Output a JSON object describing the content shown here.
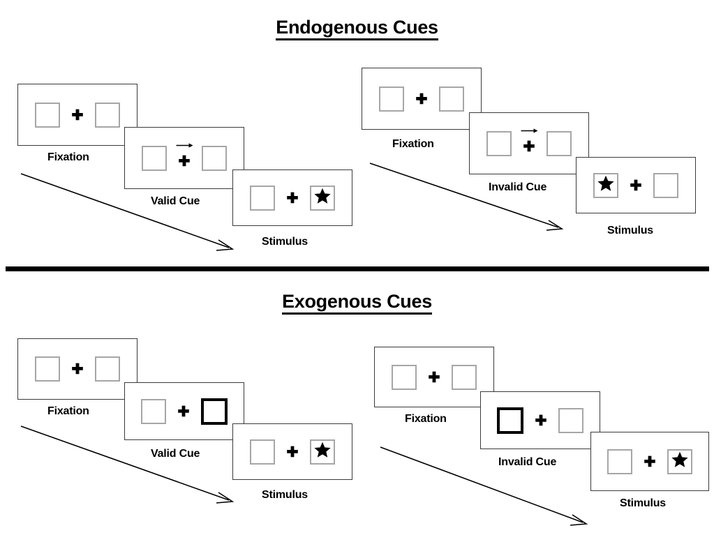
{
  "sections": [
    {
      "id": "endogenous",
      "title": "Endogenous Cues",
      "cue_type": "arrow",
      "sequences": [
        {
          "id": "valid",
          "panels": [
            {
              "caption": "Fixation",
              "left_box": "empty",
              "right_box": "empty",
              "cue": "none",
              "arrow_direction": ""
            },
            {
              "caption": "Valid Cue",
              "left_box": "empty",
              "right_box": "empty",
              "cue": "arrow",
              "arrow_direction": "right"
            },
            {
              "caption": "Stimulus",
              "left_box": "empty",
              "right_box": "star",
              "cue": "none",
              "arrow_direction": ""
            }
          ]
        },
        {
          "id": "invalid",
          "panels": [
            {
              "caption": "Fixation",
              "left_box": "empty",
              "right_box": "empty",
              "cue": "none",
              "arrow_direction": ""
            },
            {
              "caption": "Invalid Cue",
              "left_box": "empty",
              "right_box": "empty",
              "cue": "arrow",
              "arrow_direction": "right"
            },
            {
              "caption": "Stimulus",
              "left_box": "star",
              "right_box": "empty",
              "cue": "none",
              "arrow_direction": ""
            }
          ]
        }
      ]
    },
    {
      "id": "exogenous",
      "title": "Exogenous Cues",
      "cue_type": "box-highlight",
      "sequences": [
        {
          "id": "valid",
          "panels": [
            {
              "caption": "Fixation",
              "left_box": "empty",
              "right_box": "empty",
              "cue": "none",
              "arrow_direction": ""
            },
            {
              "caption": "Valid Cue",
              "left_box": "empty",
              "right_box": "cued",
              "cue": "box-right",
              "arrow_direction": ""
            },
            {
              "caption": "Stimulus",
              "left_box": "empty",
              "right_box": "star",
              "cue": "none",
              "arrow_direction": ""
            }
          ]
        },
        {
          "id": "invalid",
          "panels": [
            {
              "caption": "Fixation",
              "left_box": "empty",
              "right_box": "empty",
              "cue": "none",
              "arrow_direction": ""
            },
            {
              "caption": "Invalid Cue",
              "left_box": "cued",
              "right_box": "empty",
              "cue": "box-left",
              "arrow_direction": ""
            },
            {
              "caption": "Stimulus",
              "left_box": "empty",
              "right_box": "star",
              "cue": "none",
              "arrow_direction": ""
            }
          ]
        }
      ]
    }
  ],
  "icons": {
    "fixation_cross": "plus-cross-icon",
    "cue_arrow": "arrow-right-icon",
    "target": "star-icon",
    "flow": "diagonal-arrow-icon"
  },
  "colors": {
    "background": "#ffffff",
    "ink": "#000000",
    "panel_border": "#3a3a3a",
    "box_border": "#a6a6a6",
    "box_border_cued": "#000000",
    "divider": "#000000"
  }
}
